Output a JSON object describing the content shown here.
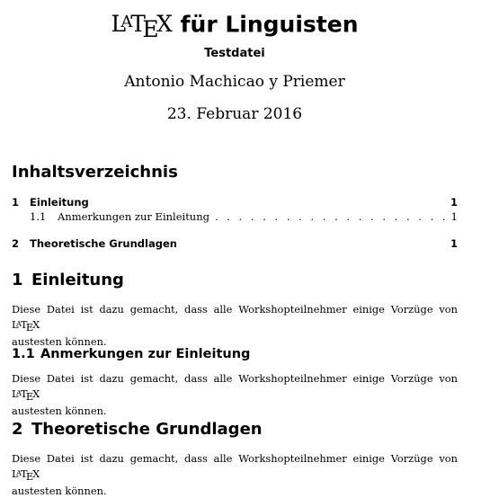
{
  "title": {
    "latex_logo": "LaTeX",
    "rest": " für Linguisten",
    "subtitle": "Testdatei",
    "author": "Antonio Machicao y Priemer",
    "date": "23. Februar 2016"
  },
  "toc": {
    "heading": "Inhaltsverzeichnis",
    "entries": [
      {
        "num": "1",
        "label": "Einleitung",
        "page": "1",
        "level": 1
      },
      {
        "num": "1.1",
        "label": "Anmerkungen zur Einleitung",
        "page": "1",
        "level": 2
      },
      {
        "num": "2",
        "label": "Theoretische Grundlagen",
        "page": "1",
        "level": 1
      }
    ]
  },
  "sections": [
    {
      "num": "1",
      "title": "Einleitung",
      "text_before": "Diese Datei ist dazu gemacht, dass alle Workshopteilnehmer einige Vorzüge von ",
      "text_after": "austesten können."
    },
    {
      "num": "1.1",
      "title": "Anmerkungen zur Einleitung",
      "text_before": "Diese Datei ist dazu gemacht, dass alle Workshopteilnehmer einige Vorzüge von ",
      "text_after": "austesten können."
    },
    {
      "num": "2",
      "title": "Theoretische Grundlagen",
      "text_before": "Diese Datei ist dazu gemacht, dass alle Workshopteilnehmer einige Vorzüge von ",
      "text_after": "austesten können."
    }
  ]
}
